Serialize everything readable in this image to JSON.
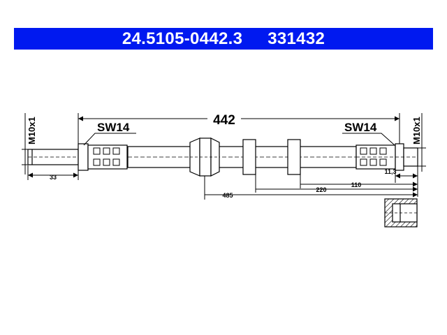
{
  "title": {
    "part_number": "24.5105-0442.3",
    "ref_number": "331432"
  },
  "drawing": {
    "overall_length": "442",
    "left_wrench": "SW14",
    "right_wrench": "SW14",
    "left_thread": "M10x1",
    "right_thread": "M10x1",
    "dim_left_fitting": "33",
    "dim_right_tip": "11,3",
    "dim_110": "110",
    "dim_220": "220",
    "dim_485": "485"
  },
  "colors": {
    "title_bar": "#0019f0",
    "title_text": "#ffffff",
    "line": "#000000",
    "fill": "#c8c8c8"
  }
}
